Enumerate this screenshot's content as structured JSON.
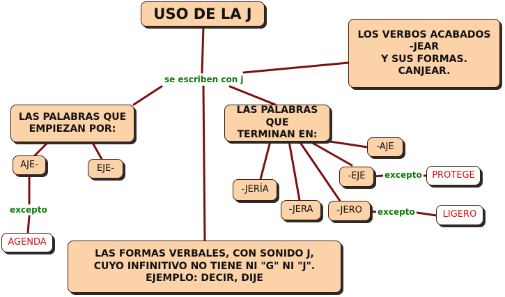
{
  "title": "USO DE LA J",
  "links": {
    "se_escriben": "se escriben con j",
    "excepto_agenda": "excepto",
    "excepto_protege": "excepto",
    "excepto_ligero": "excepto"
  },
  "nodes": {
    "verbos_jear": "LOS VERBOS ACABADOS\n-JEAR\nY SUS FORMAS.\nCANJEAR.",
    "empiezan": "LAS PALABRAS QUE\nEMPIEZAN POR:",
    "terminan": "LAS PALABRAS QUE\nTERMINAN EN:",
    "aje_prefix": "AJE-",
    "eje_prefix": "EJE-",
    "aje_suffix": "-AJE",
    "eje_suffix": "-EJE",
    "jeria": "-JERÍA",
    "jera": "-JERA",
    "jero": "-JERO",
    "formas_verbales": "LAS FORMAS VERBALES, CON SONIDO J,\nCUYO INFINITIVO NO TIENE NI \"G\" NI \"J\".\nEJEMPLO: DECIR, DIJE"
  },
  "exceptions": {
    "agenda": "AGENDA",
    "protege": "PROTEGE",
    "ligero": "LIGERO"
  },
  "colors": {
    "node_fill": "#fcd2a8",
    "line": "#7a1010",
    "link_text": "#0a7a0a",
    "exception_text": "#cc1111"
  }
}
